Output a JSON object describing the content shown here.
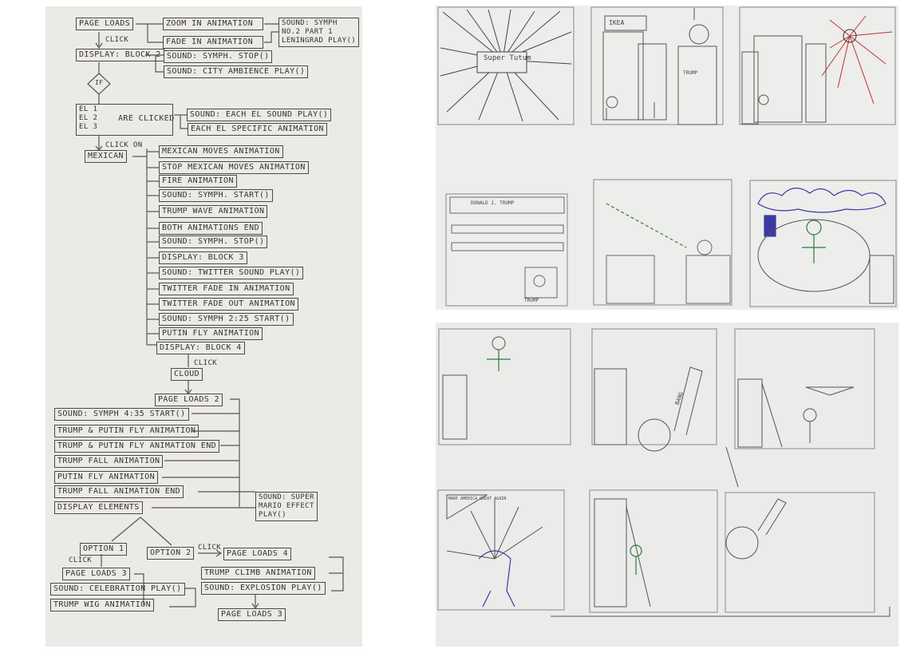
{
  "flowchart": {
    "page_loads": "PAGE LOADS",
    "zoom_in": "ZOOM IN ANIMATION",
    "fade_in": "FADE IN ANIMATION",
    "sound_symph": "SOUND: SYMPH\nNO.2 PART 1\nLENINGRAD PLAY()",
    "click1": "CLICK",
    "display_block2": "DISPLAY: BLOCK 2",
    "symph_stop": "SOUND: SYMPH. STOP()",
    "city_ambience": "SOUND: CITY AMBIENCE PLAY()",
    "if_label": "IF",
    "els": "EL 1\nEL 2\nEL 3",
    "are_clicked": "ARE CLICKED",
    "each_el_sound": "SOUND: EACH EL SOUND PLAY()",
    "each_el_anim": "EACH EL SPECIFIC ANIMATION",
    "click_on": "CLICK ON",
    "mexican": "MEXICAN",
    "seq": [
      "MEXICAN MOVES ANIMATION",
      "STOP MEXICAN MOVES ANIMATION",
      "FIRE ANIMATION",
      "SOUND: SYMPH. START()",
      "TRUMP WAVE ANIMATION",
      "BOTH ANIMATIONS END",
      "SOUND: SYMPH. STOP()",
      "DISPLAY: BLOCK 3",
      "SOUND: TWITTER SOUND PLAY()",
      "TWITTER FADE IN ANIMATION",
      "TWITTER FADE OUT ANIMATION",
      "SOUND: SYMPH 2:25 START()",
      "PUTIN FLY ANIMATION",
      "DISPLAY: BLOCK 4"
    ],
    "click2": "CLICK",
    "cloud": "CLOUD",
    "page_loads_2": "PAGE LOADS 2",
    "seq2": [
      "SOUND: SYMPH 4:35 START()",
      "TRUMP & PUTIN FLY ANIMATION",
      "TRUMP & PUTIN FLY ANIMATION END",
      "TRUMP FALL ANIMATION",
      "PUTIN FLY ANIMATION",
      "TRUMP FALL ANIMATION END",
      "DISPLAY ELEMENTS"
    ],
    "super_mario": "SOUND: SUPER\nMARIO EFFECT\nPLAY()",
    "option1": "OPTION 1",
    "option2": "OPTION 2",
    "click3": "CLICK",
    "click4": "CLICK",
    "page_loads_3a": "PAGE LOADS 3",
    "celebration": "SOUND: CELEBRATION PLAY()",
    "wig": "TRUMP WIG ANIMATION",
    "page_loads_4": "PAGE LOADS 4",
    "climb": "TRUMP CLIMB ANIMATION",
    "explosion": "SOUND: EXPLOSION PLAY()",
    "page_loads_3b": "PAGE LOADS 3"
  },
  "storyboard": {
    "super": "Super\nTutum",
    "ikea": "IKEA",
    "trump_sign": "TRUMP",
    "tweet_name": "DONALD J. TRUMP",
    "trump_label": "TRUMP",
    "bang": "BANG",
    "sign": "MAKE AMERICA\nGREAT AGAIN"
  }
}
